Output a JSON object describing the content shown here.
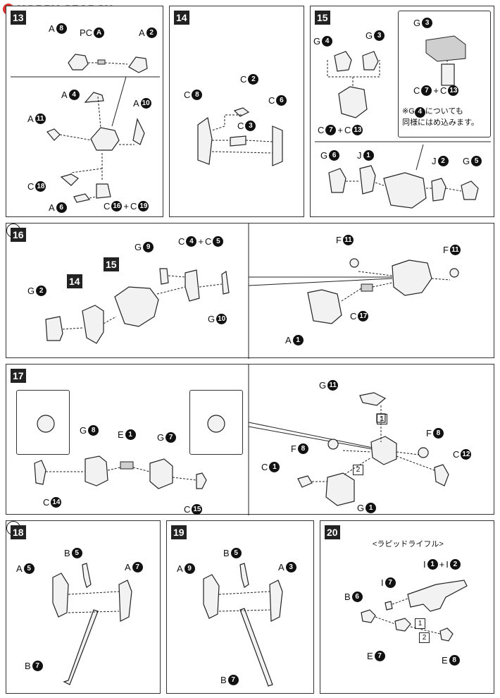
{
  "header": {
    "brand": "HOBBY SEARCH"
  },
  "steps": {
    "s13": {
      "num": "13",
      "labels": [
        "A",
        "PC",
        "A",
        "A",
        "A",
        "A",
        "C",
        "A",
        "C",
        "+",
        "C"
      ],
      "nums": [
        "8",
        "A",
        "2",
        "4",
        "11",
        "10",
        "18",
        "6",
        "16",
        "19"
      ]
    },
    "s14": {
      "num": "14",
      "nums": [
        "2",
        "8",
        "6",
        "3"
      ]
    },
    "s15": {
      "num": "15",
      "note_line1": "※G",
      "note_line2": "についても",
      "note_line3": "同様にはめ込みます。",
      "nums": [
        "4",
        "3",
        "7",
        "13",
        "6",
        "1",
        "2",
        "5"
      ]
    },
    "s16": {
      "num": "16",
      "sub14": "14",
      "sub15": "15",
      "nums": [
        "2",
        "9",
        "4",
        "5",
        "10",
        "11",
        "11",
        "17",
        "1"
      ]
    },
    "s17": {
      "num": "17",
      "nums": [
        "8",
        "1",
        "7",
        "14",
        "15",
        "11",
        "8",
        "8",
        "12",
        "1",
        "1"
      ],
      "box1": "1",
      "box2": "2"
    },
    "s18": {
      "num": "18",
      "nums": [
        "5",
        "5",
        "7",
        "7"
      ]
    },
    "s19": {
      "num": "19",
      "nums": [
        "5",
        "9",
        "3",
        "7"
      ]
    },
    "s20": {
      "num": "20",
      "subtitle": "<ラピッドライフル>",
      "nums": [
        "7",
        "1",
        "2",
        "6",
        "7",
        "8"
      ],
      "box1": "1",
      "box2": "2"
    }
  },
  "letters": {
    "A": "A",
    "B": "B",
    "C": "C",
    "E": "E",
    "F": "F",
    "G": "G",
    "I": "I",
    "J": "J",
    "PC": "PC",
    "plus": "+"
  },
  "colors": {
    "ink": "#111111",
    "brand_red": "#dd3333",
    "brand_gray": "#9a9a9a"
  }
}
